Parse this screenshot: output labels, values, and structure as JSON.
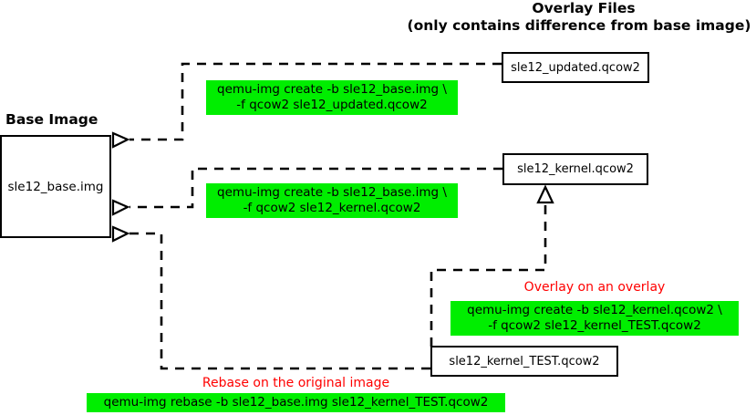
{
  "headers": {
    "overlay_title": "Overlay Files",
    "overlay_subtitle": "(only contains difference from base image)",
    "base_title": "Base Image"
  },
  "boxes": {
    "base": "sle12_base.img",
    "updated": "sle12_updated.qcow2",
    "kernel": "sle12_kernel.qcow2",
    "kernel_test": "sle12_kernel_TEST.qcow2"
  },
  "commands": {
    "updated": "qemu-img create -b sle12_base.img \\\n-f qcow2 sle12_updated.qcow2",
    "kernel": "qemu-img create -b sle12_base.img \\\n-f qcow2 sle12_kernel.qcow2",
    "kernel_test": "qemu-img create -b sle12_kernel.qcow2 \\\n-f qcow2 sle12_kernel_TEST.qcow2",
    "rebase": "qemu-img rebase -b sle12_base.img sle12_kernel_TEST.qcow2"
  },
  "notes": {
    "overlay_on_overlay": "Overlay on an overlay",
    "rebase": "Rebase on the original image"
  },
  "colors": {
    "command_highlight": "#00ee00",
    "note_text": "#ff0000",
    "line": "#000000",
    "box_border": "#000000",
    "background": "#ffffff"
  }
}
